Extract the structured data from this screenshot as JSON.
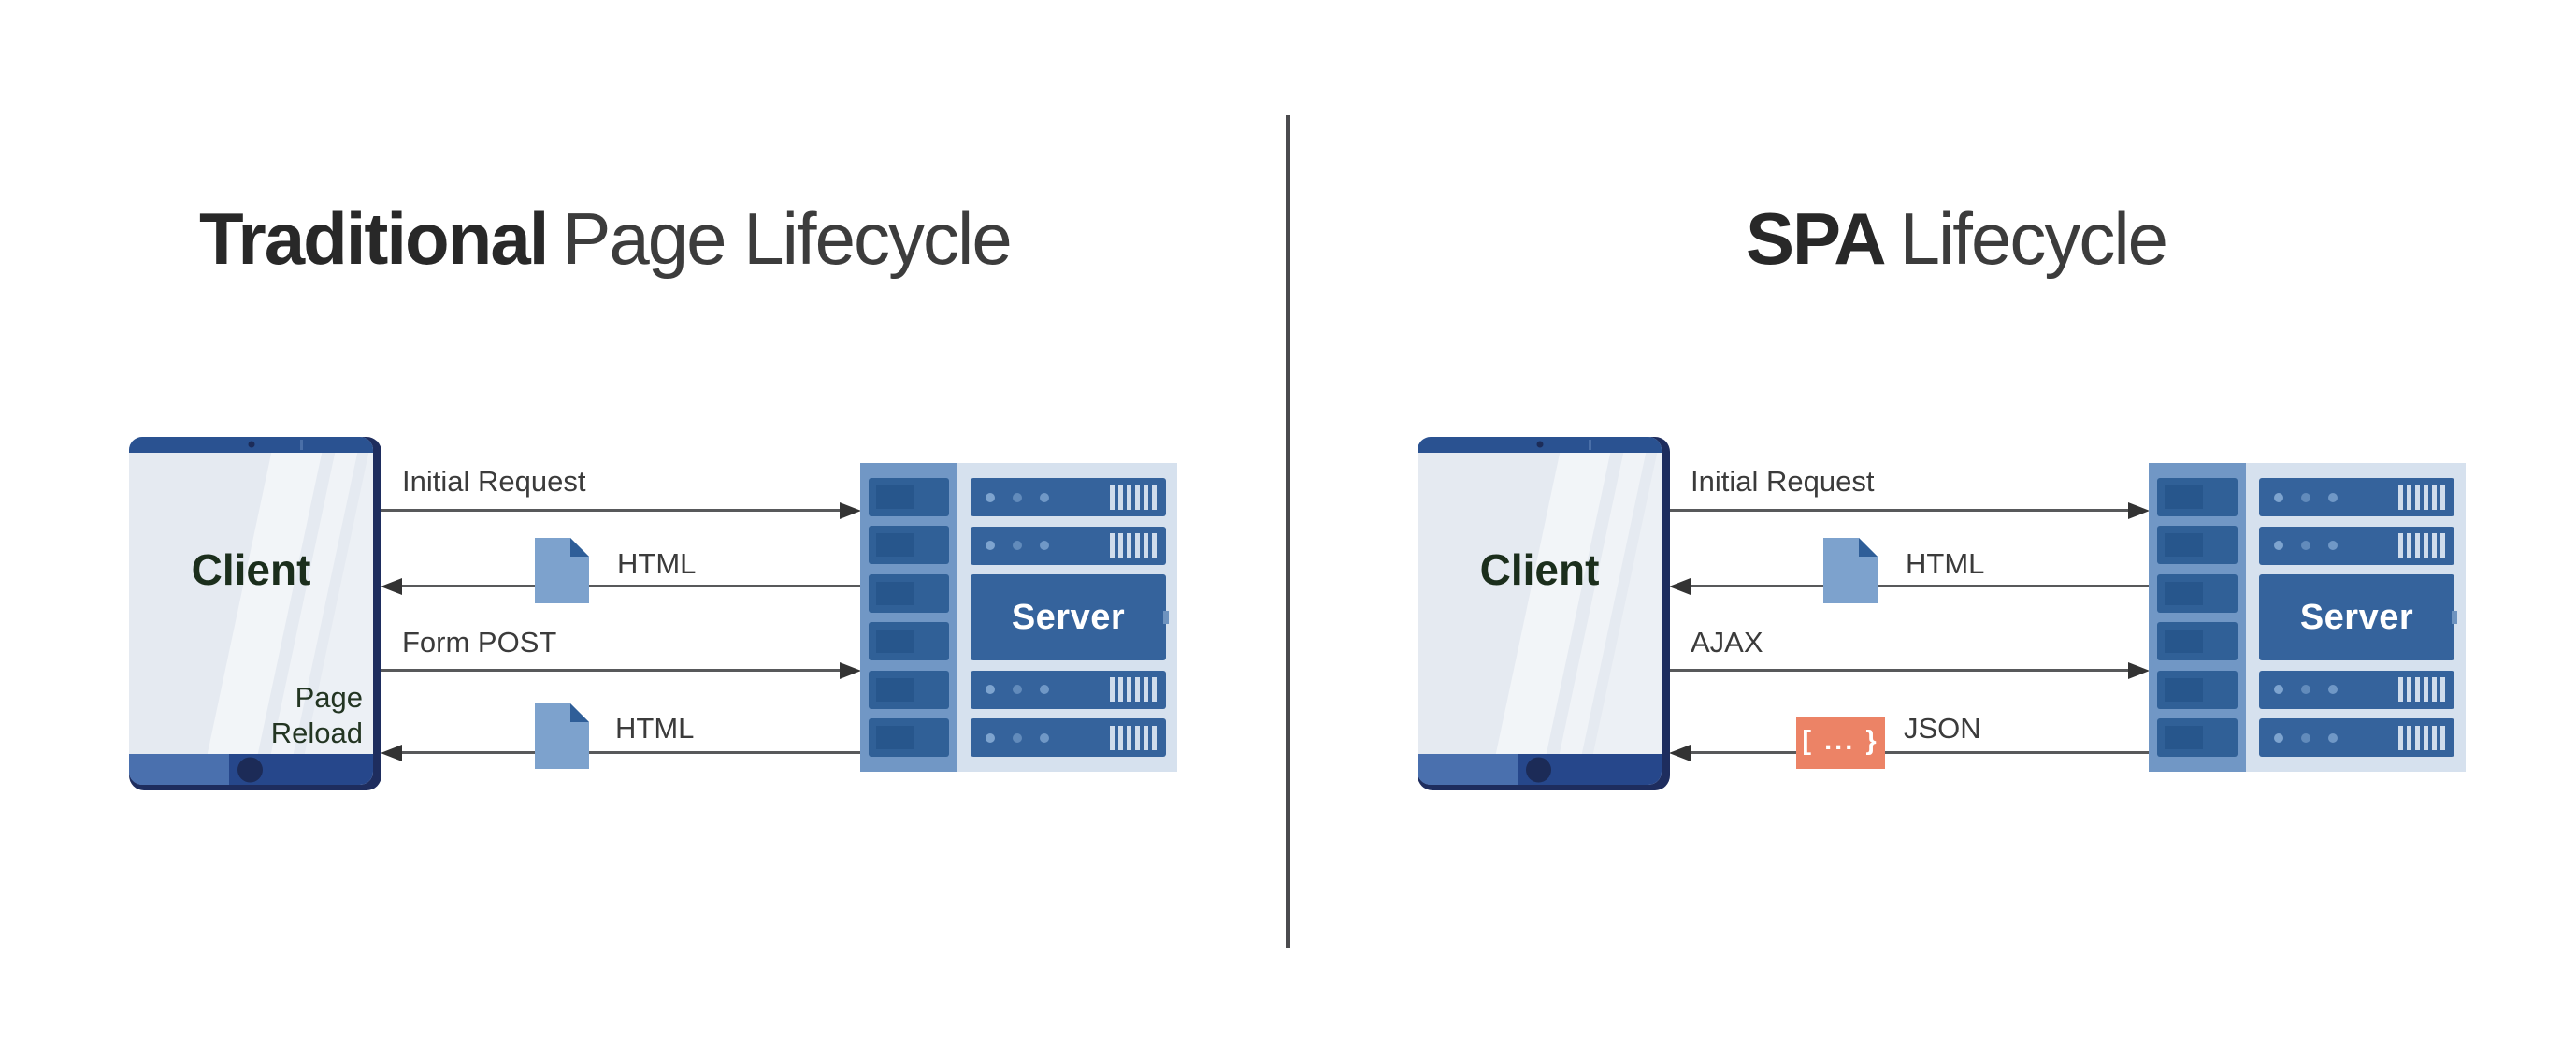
{
  "panels": [
    {
      "title": {
        "bold": "Traditional",
        "light": "Page Lifecycle"
      },
      "client": {
        "label": "Client",
        "note_line1": "Page",
        "note_line2": "Reload"
      },
      "server": {
        "label": "Server"
      },
      "arrows": [
        {
          "label": "Initial Request",
          "direction": "right",
          "icon": "none"
        },
        {
          "label": "HTML",
          "direction": "left",
          "icon": "document-icon"
        },
        {
          "label": "Form POST",
          "direction": "right",
          "icon": "none"
        },
        {
          "label": "HTML",
          "direction": "left",
          "icon": "document-icon"
        }
      ]
    },
    {
      "title": {
        "bold": "SPA",
        "light": "Lifecycle"
      },
      "client": {
        "label": "Client"
      },
      "server": {
        "label": "Server"
      },
      "arrows": [
        {
          "label": "Initial Request",
          "direction": "right",
          "icon": "none"
        },
        {
          "label": "HTML",
          "direction": "left",
          "icon": "document-icon"
        },
        {
          "label": "AJAX",
          "direction": "right",
          "icon": "none"
        },
        {
          "label": "JSON",
          "direction": "left",
          "icon": "json-badge",
          "badge_text": "[ ... }"
        }
      ]
    }
  ],
  "colors": {
    "background": "#ffffff",
    "divider": "#4b4b4e",
    "title_bold": "#282828",
    "title_light": "#3c3c3c",
    "tablet_frame": "#1e2d5e",
    "tablet_bar": "#2a5291",
    "tablet_bottom_bar": "#26478b",
    "tablet_bottom_bar_left": "#4a70ae",
    "screen": "#e5eaf1",
    "client_text": "#1b2e1c",
    "label_text": "#3b3b3b",
    "arrow_line": "#58595b",
    "arrow_head": "#333333",
    "document_icon": "#7da2cd",
    "document_fold": "#2f5e98",
    "json_badge": "#ec8366",
    "server_strip": "#7197c5",
    "server_cell": "#306097",
    "server_rack": "#35639c",
    "server_panel": "#d6e1ee",
    "server_text": "#ffffff"
  }
}
